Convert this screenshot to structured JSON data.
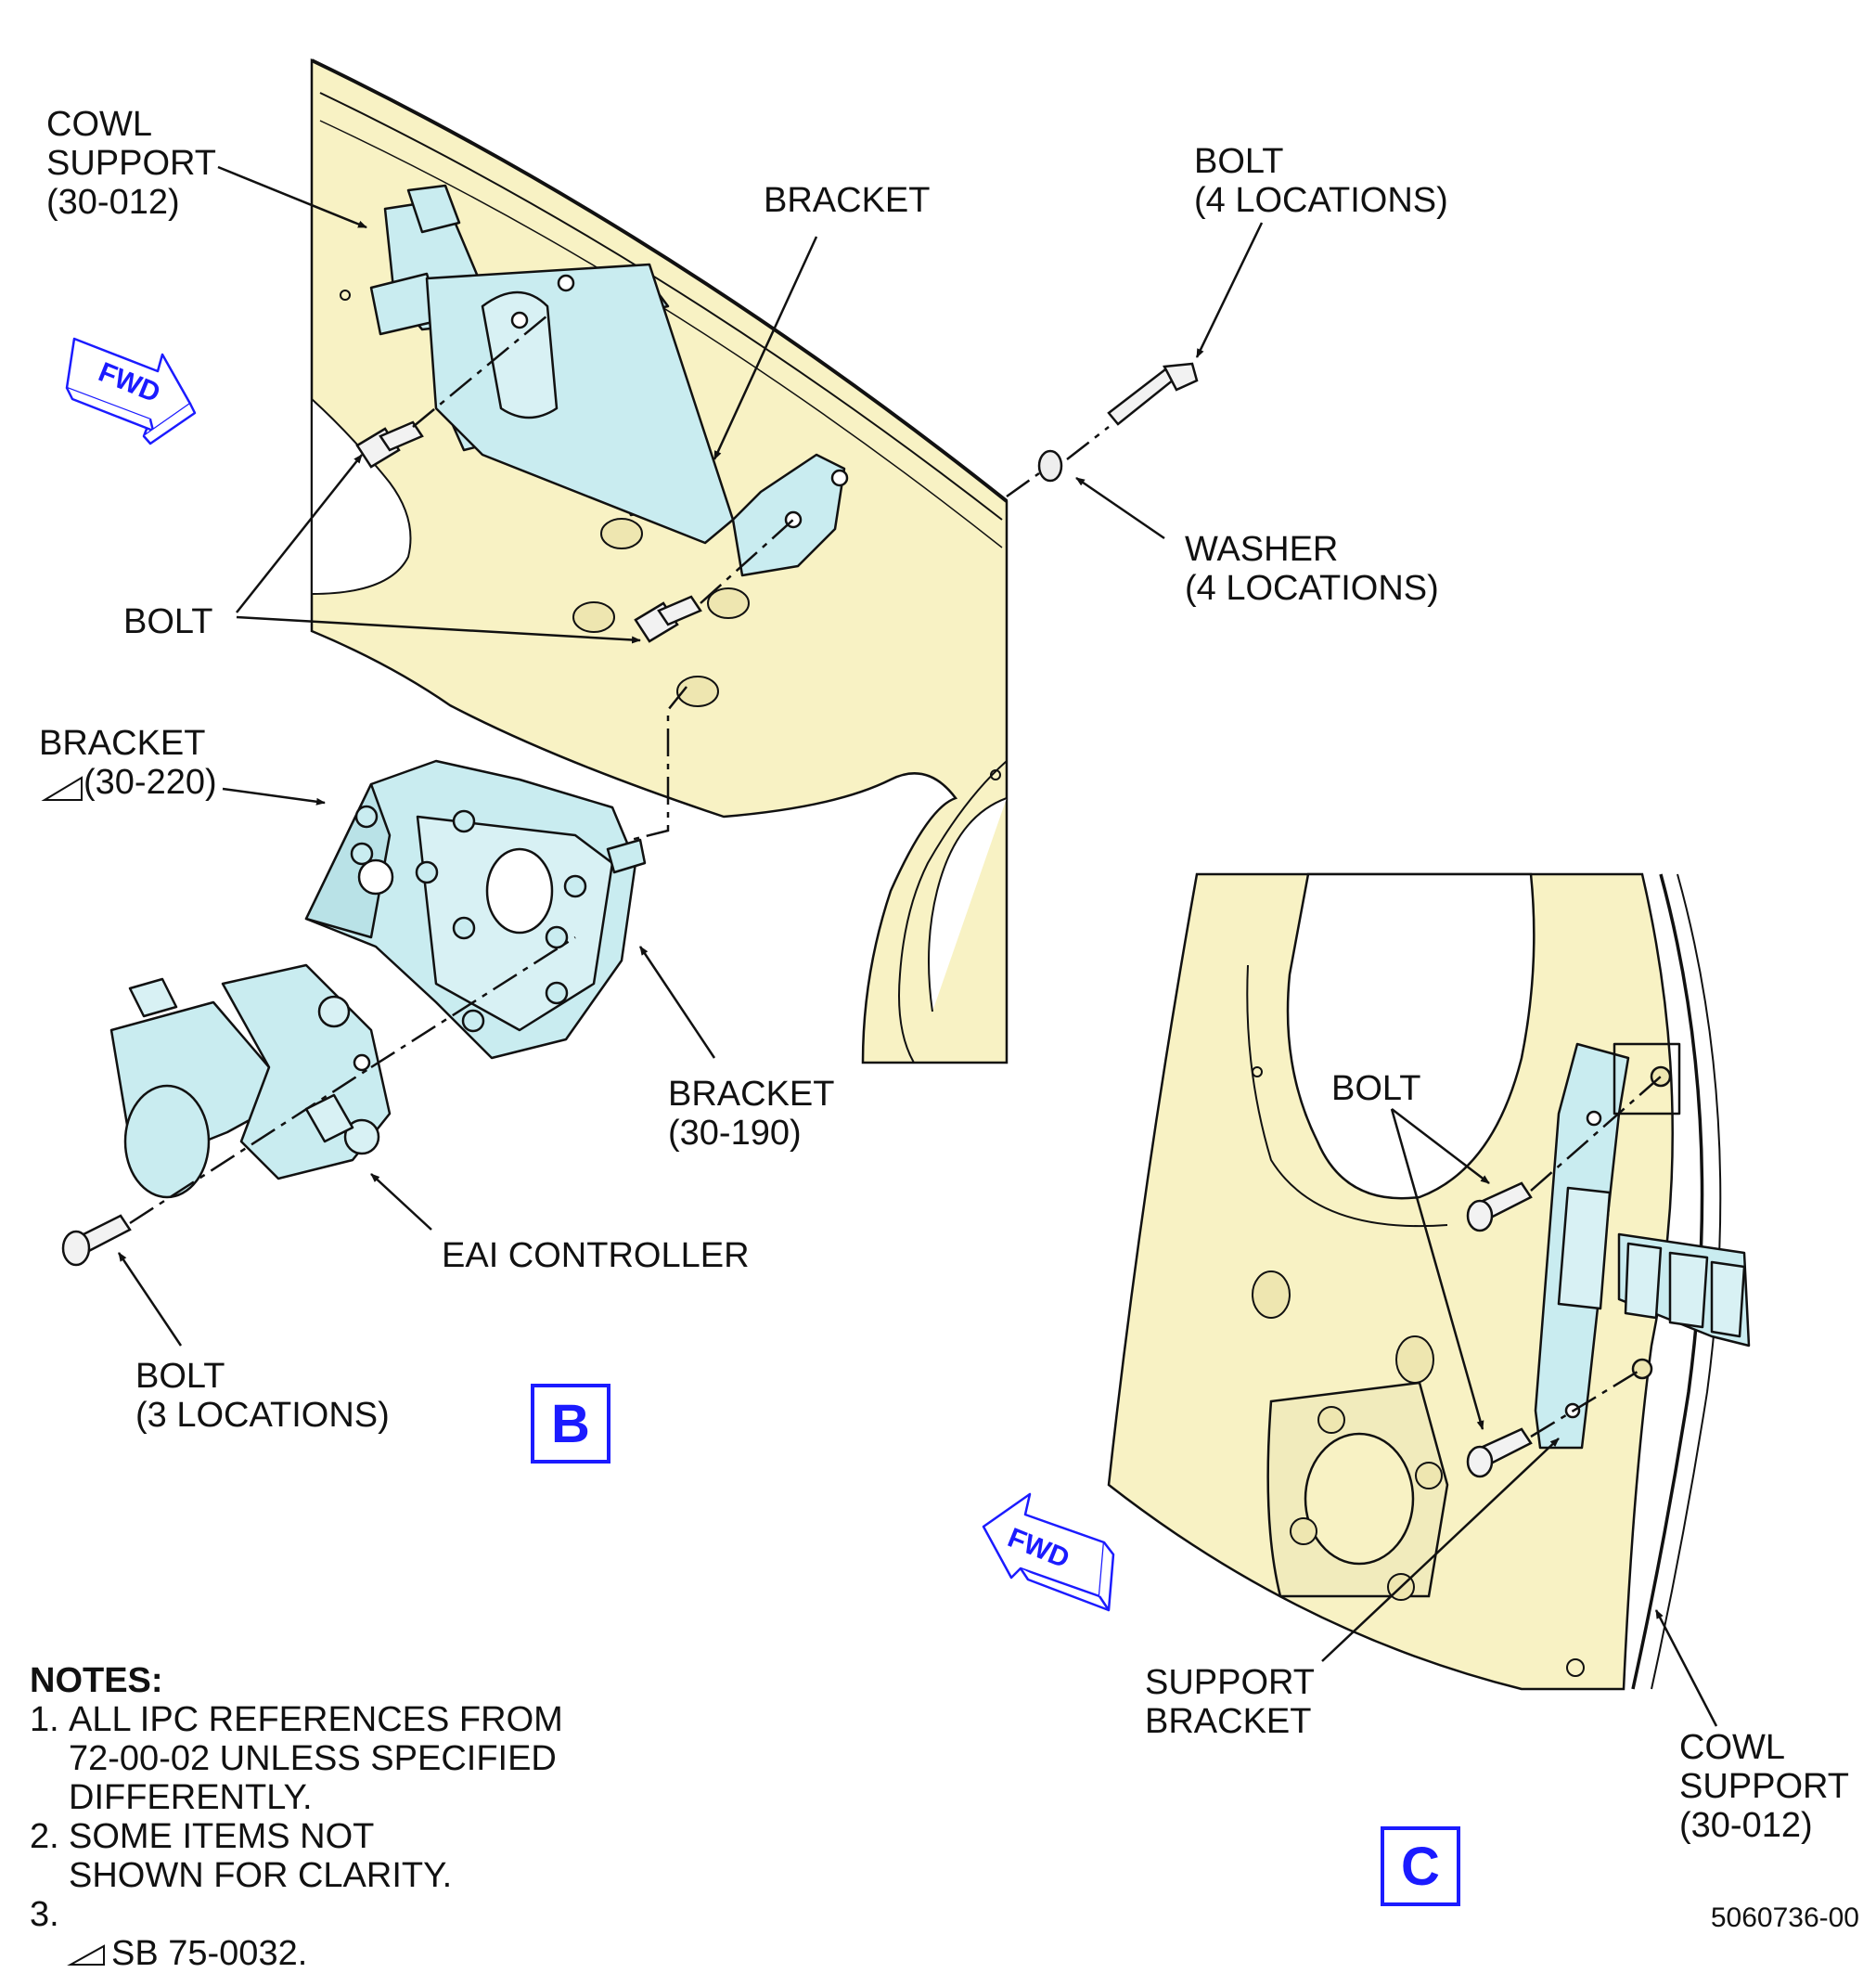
{
  "labels": {
    "cowl_support_b": [
      "COWL",
      "SUPPORT",
      "(30-012)"
    ],
    "bracket_top": [
      "BRACKET"
    ],
    "bolt_4": [
      "BOLT",
      "(4 LOCATIONS)"
    ],
    "washer_4": [
      "WASHER",
      "(4 LOCATIONS)"
    ],
    "bolt_b": [
      "BOLT"
    ],
    "bracket_220": [
      "BRACKET",
      "(30-220)"
    ],
    "bracket_190": [
      "BRACKET",
      "(30-190)"
    ],
    "eai_controller": [
      "EAI CONTROLLER"
    ],
    "bolt_3": [
      "BOLT",
      "(3 LOCATIONS)"
    ],
    "bolt_c": [
      "BOLT"
    ],
    "support_bracket": [
      "SUPPORT",
      "BRACKET"
    ],
    "cowl_support_c": [
      "COWL",
      "SUPPORT",
      "(30-012)"
    ]
  },
  "fwd_arrows": [
    "FWD",
    "FWD"
  ],
  "view_letters": {
    "b": "B",
    "c": "C"
  },
  "notes": {
    "title": "NOTES:",
    "items": [
      {
        "num": "1.",
        "text": "ALL IPC REFERENCES FROM\n72-00-02 UNLESS SPECIFIED\nDIFFERENTLY."
      },
      {
        "num": "2.",
        "text": "SOME ITEMS NOT\nSHOWN FOR CLARITY."
      },
      {
        "num": "3.",
        "text": "SB 75-0032."
      }
    ]
  },
  "document_number": "5060736-00",
  "colors": {
    "panel_fill": "#f8f2c4",
    "part_fill": "#c9ecf0",
    "view_letter": "#1b1bff",
    "fwd_arrow": "#1b1bff",
    "line": "#111111"
  }
}
